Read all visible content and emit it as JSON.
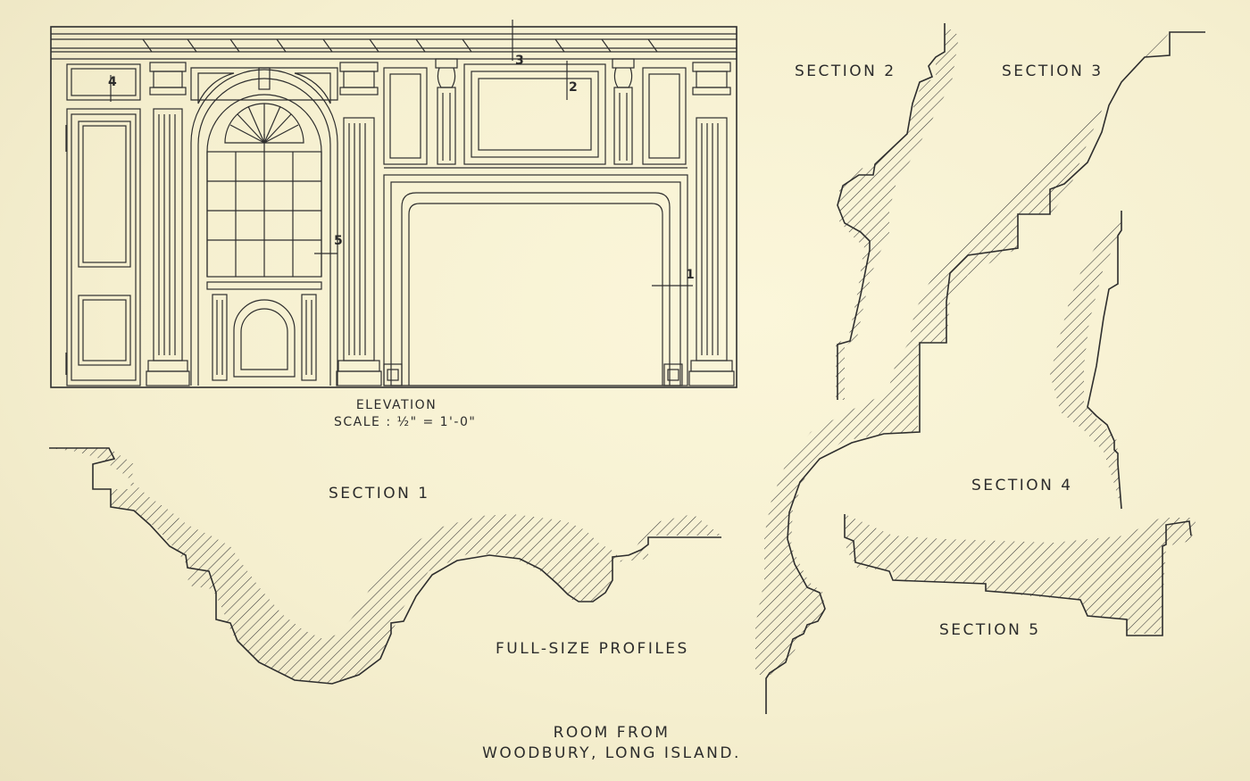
{
  "elevation": {
    "caption": "ELEVATION",
    "scale": "SCALE : ½\" = 1'-0\"",
    "callouts": [
      "1",
      "2",
      "3",
      "4",
      "5"
    ]
  },
  "sections": {
    "s1": "SECTION 1",
    "s2": "SECTION 2",
    "s3": "SECTION 3",
    "s4": "SECTION 4",
    "s5": "SECTION 5"
  },
  "full_size_profiles": "FULL-SIZE PROFILES",
  "room_title": {
    "line1": "ROOM FROM",
    "line2": "WOODBURY, LONG ISLAND."
  },
  "colors": {
    "paper": "#f7f2d2",
    "ink": "#2a2a2a"
  }
}
